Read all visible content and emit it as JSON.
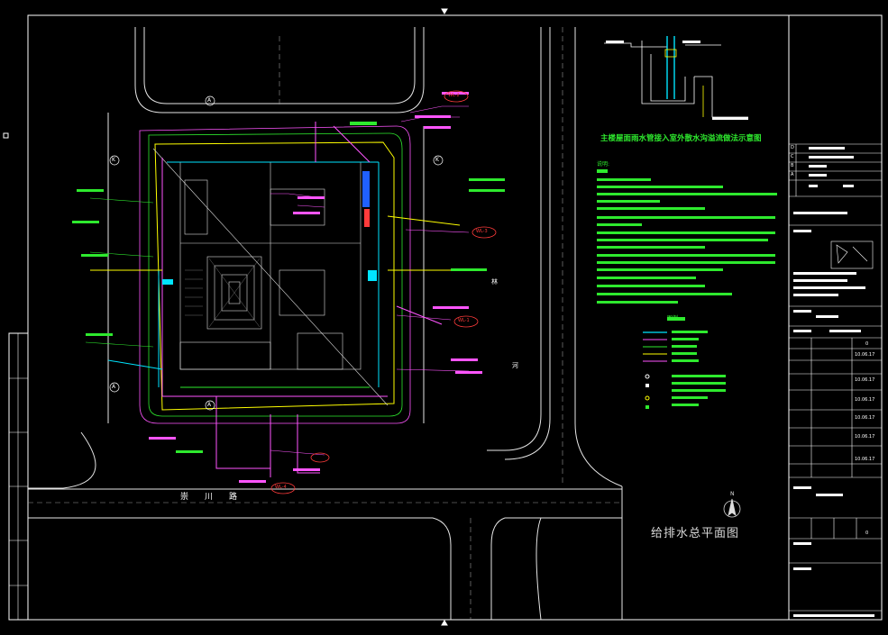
{
  "drawing": {
    "main_title": "给排水总平面图",
    "detail_title": "主楼屋面雨水管接入室外散水沟溢流做法示意图",
    "road_name": "崇川路",
    "north_arrow_label": "N",
    "river_label": "河",
    "road_side_label": "林",
    "grid_axes": [
      "A",
      "K",
      "K",
      "A",
      "A"
    ],
    "callouts_red": [
      "WL-2",
      "WL-3",
      "WL-1",
      "WL-4"
    ],
    "notes_heading": "说明:",
    "legend_heading": "图例",
    "legend_items": [
      "",
      "",
      "",
      "",
      "",
      "",
      "",
      ""
    ]
  },
  "title_block": {
    "revision_letters": [
      "D",
      "C",
      "B",
      "A"
    ],
    "dates": [
      "10.06.17",
      "10.06.17",
      "10.06.17",
      "10.06.17",
      "10.06.17",
      "10.06.17"
    ],
    "sheet_number": "0",
    "version": "0"
  },
  "colors": {
    "background": "#000000",
    "frame": "#ffffff",
    "notes": "#2eea2e",
    "building": "#ffff00",
    "callout": "#ff3b3b",
    "pipe_magenta": "#ff55ff",
    "pipe_cyan": "#00e5ff",
    "pipe_blue": "#2060ff"
  }
}
